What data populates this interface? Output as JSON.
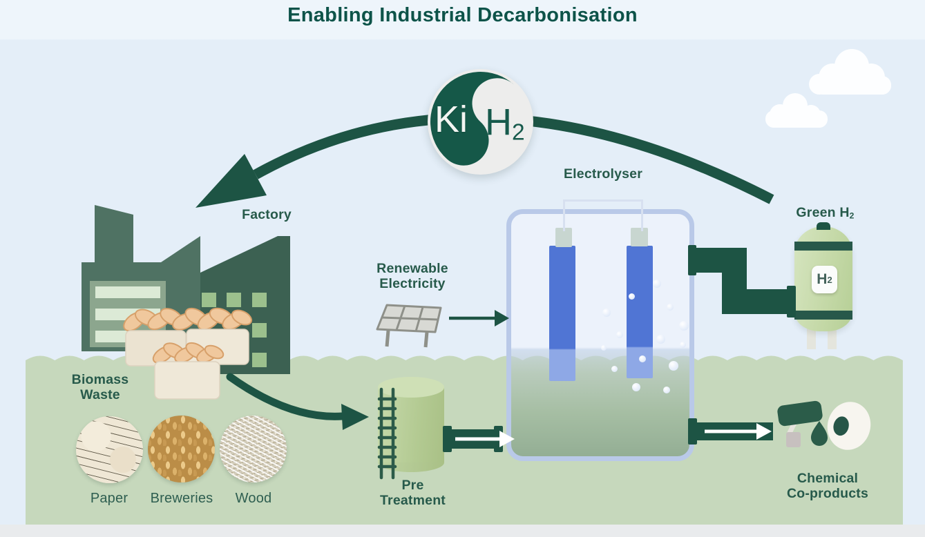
{
  "title": "Enabling Industrial Decarbonisation",
  "logo": {
    "left_text": "Ki",
    "right_main": "H",
    "right_sub": "2"
  },
  "factory": {
    "label": "Factory"
  },
  "biomass": {
    "label_line1": "Biomass",
    "label_line2": "Waste",
    "items": [
      {
        "label": "Paper"
      },
      {
        "label": "Breweries"
      },
      {
        "label": "Wood"
      }
    ]
  },
  "pretreatment": {
    "label_line1": "Pre",
    "label_line2": "Treatment"
  },
  "renewable": {
    "label_line1": "Renewable",
    "label_line2": "Electricity"
  },
  "electrolyser": {
    "label": "Electrolyser"
  },
  "green_h2": {
    "label_main": "Green H",
    "label_sub": "2",
    "badge_main": "H",
    "badge_sub": "2"
  },
  "chemical": {
    "label_line1": "Chemical",
    "label_line2": "Co-products"
  },
  "colors": {
    "dark_green": "#1d5444",
    "label_green": "#275a4b",
    "band_green": "#c6d8bc",
    "sky_blue": "#e4eef8",
    "electrode_blue": "#5075d4",
    "tank_border_blue": "#b9c9e8",
    "light_tank_green": "#c5d9a8",
    "bag_cream": "#ece4d2",
    "grain_tan": "#f0c89d"
  }
}
